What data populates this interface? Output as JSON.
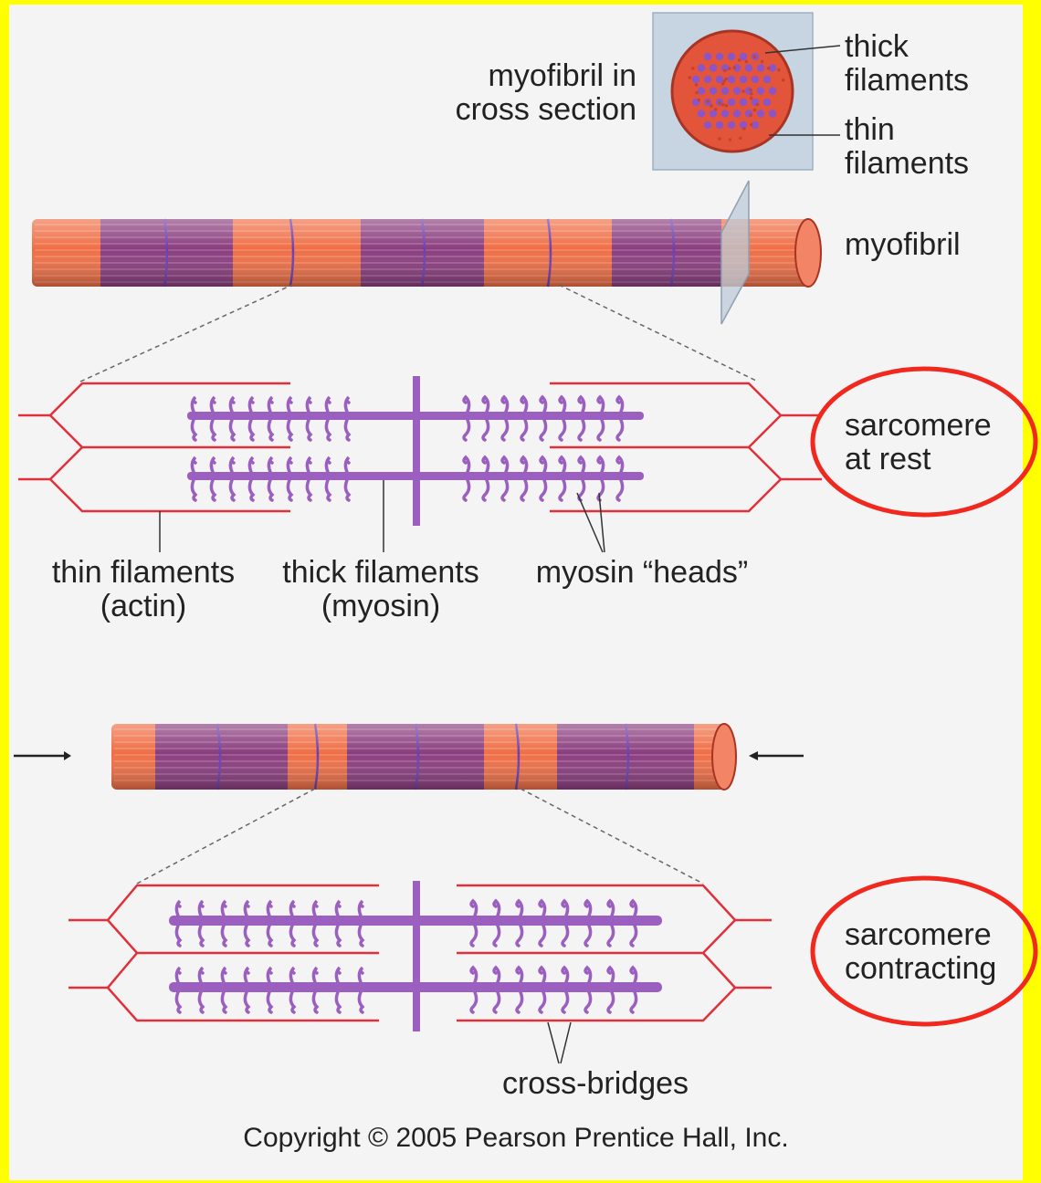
{
  "cross_section": {
    "title_line1": "myofibril in",
    "title_line2": "cross section",
    "thick_line1": "thick",
    "thick_line2": "filaments",
    "thin_line1": "thin",
    "thin_line2": "filaments"
  },
  "myofibril_label": "myofibril",
  "rest": {
    "label_line1": "sarcomere",
    "label_line2": "at rest",
    "thin_line1": "thin filaments",
    "thin_line2": "(actin)",
    "thick_line1": "thick filaments",
    "thick_line2": "(myosin)",
    "heads": "myosin “heads”"
  },
  "contracting": {
    "label_line1": "sarcomere",
    "label_line2": "contracting",
    "crossbridges": "cross-bridges"
  },
  "copyright": "Copyright © 2005 Pearson Prentice Hall, Inc.",
  "colors": {
    "frame": "#ffff00",
    "background": "#f4f4f4",
    "actin": "#e0303a",
    "myosin": "#9b5fc0",
    "myofibril_orange": "#ef6e45",
    "highlight_circle": "#f0281e"
  }
}
